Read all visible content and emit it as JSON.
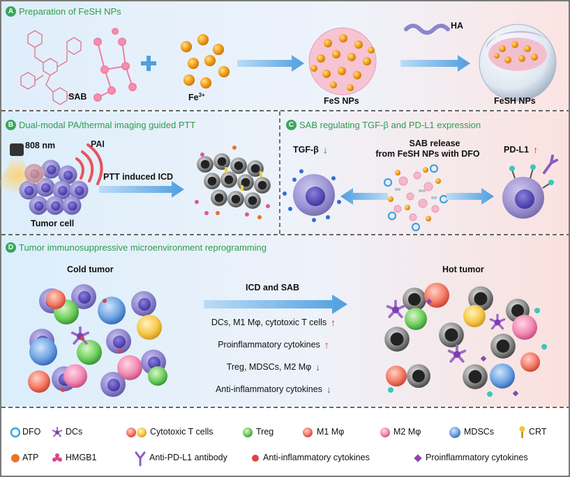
{
  "panels": {
    "a": {
      "badge": "A",
      "title": "Preparation of FeSH NPs"
    },
    "b": {
      "badge": "B",
      "title": "Dual-modal PA/thermal imaging guided PTT"
    },
    "c": {
      "badge": "C",
      "title": "SAB regulating TGF-β and PD-L1 expression"
    },
    "d": {
      "badge": "D",
      "title": "Tumor immunosuppressive microenvironment reprogramming"
    }
  },
  "a": {
    "sab": "SAB",
    "fe": "Fe",
    "fe_sup": "3+",
    "fes": "FeS NPs",
    "ha": "HA",
    "fesh": "FeSH NPs"
  },
  "b": {
    "laser": "808 nm",
    "pai": "PAI",
    "arrow": "PTT induced ICD",
    "cell": "Tumor cell"
  },
  "c": {
    "tgf": "TGF-β",
    "pdl1": "PD-L1",
    "release1": "SAB release",
    "release2": "from FeSH NPs with DFO"
  },
  "d": {
    "cold": "Cold tumor",
    "hot": "Hot tumor",
    "arrow": "ICD and SAB",
    "effects": [
      {
        "text": "DCs, M1 Mφ, cytotoxic T cells",
        "dir": "↑"
      },
      {
        "text": "Proinflammatory cytokines",
        "dir": "↑"
      },
      {
        "text": "Treg, MDSCs, M2 Mφ",
        "dir": "↓"
      },
      {
        "text": "Anti-inflammatory cytokines",
        "dir": "↓"
      }
    ]
  },
  "legend": {
    "row1": [
      "DFO",
      "DCs",
      "Cytotoxic T cells",
      "Treg",
      "M1 Mφ",
      "M2 Mφ",
      "MDSCs",
      "CRT"
    ],
    "row2": [
      "ATP",
      "HMGB1",
      "Anti-PD-L1 antibody",
      "Anti-inflammatory cytokines",
      "Proinflammatory cytokines"
    ]
  },
  "colors": {
    "title_green": "#2e9b4e",
    "up_red": "#d62a2a",
    "down_blue": "#2a5fb8",
    "arrow_blue": "#5aa9e6"
  }
}
